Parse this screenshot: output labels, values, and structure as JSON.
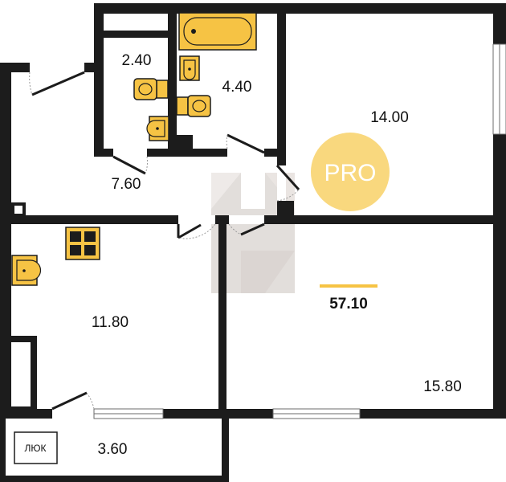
{
  "plan": {
    "total_area": "57.10",
    "rooms": {
      "wc": "2.40",
      "bath": "4.40",
      "hall": "7.60",
      "room_top_right": "14.00",
      "kitchen": "11.80",
      "room_bottom_right": "15.80",
      "balcony": "3.60"
    },
    "hatch_label": "ЛЮК",
    "badge_label": "PRO"
  },
  "colors": {
    "accent": "#f6c344",
    "wall": "#1c1c1c",
    "watermark": "#d9d3cf",
    "background": "#ffffff"
  },
  "icons": [
    "bathtub-icon",
    "washbasin-icon",
    "toilet-icon",
    "stove-icon",
    "kitchen-sink-icon",
    "watermark-logo"
  ]
}
